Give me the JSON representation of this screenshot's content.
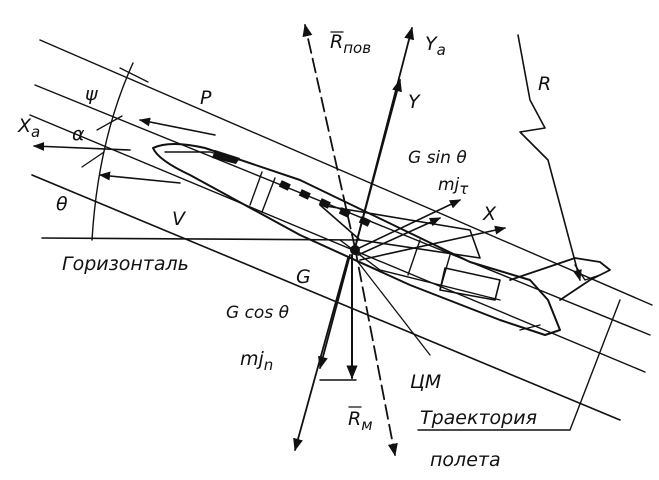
{
  "labels": {
    "r_pov": "R",
    "r_pov_sub": "пов",
    "ya": "Y",
    "ya_sub": "a",
    "y": "Y",
    "r": "R",
    "p": "P",
    "xa": "X",
    "xa_sub": "a",
    "psi": "ψ",
    "alpha": "α",
    "theta": "θ",
    "v": "V",
    "gsin": "G sin θ",
    "mjt": "mj",
    "mjt_sub": "τ",
    "x": "X",
    "horizon": "Горизонталь",
    "g": "G",
    "gcos": "G cos θ",
    "mjn": "mj",
    "mjn_sub": "n",
    "rm": "R",
    "rm_sub": "м",
    "cm": "ЦМ",
    "trajectory_1": "Траектория",
    "trajectory_2": "полета"
  }
}
